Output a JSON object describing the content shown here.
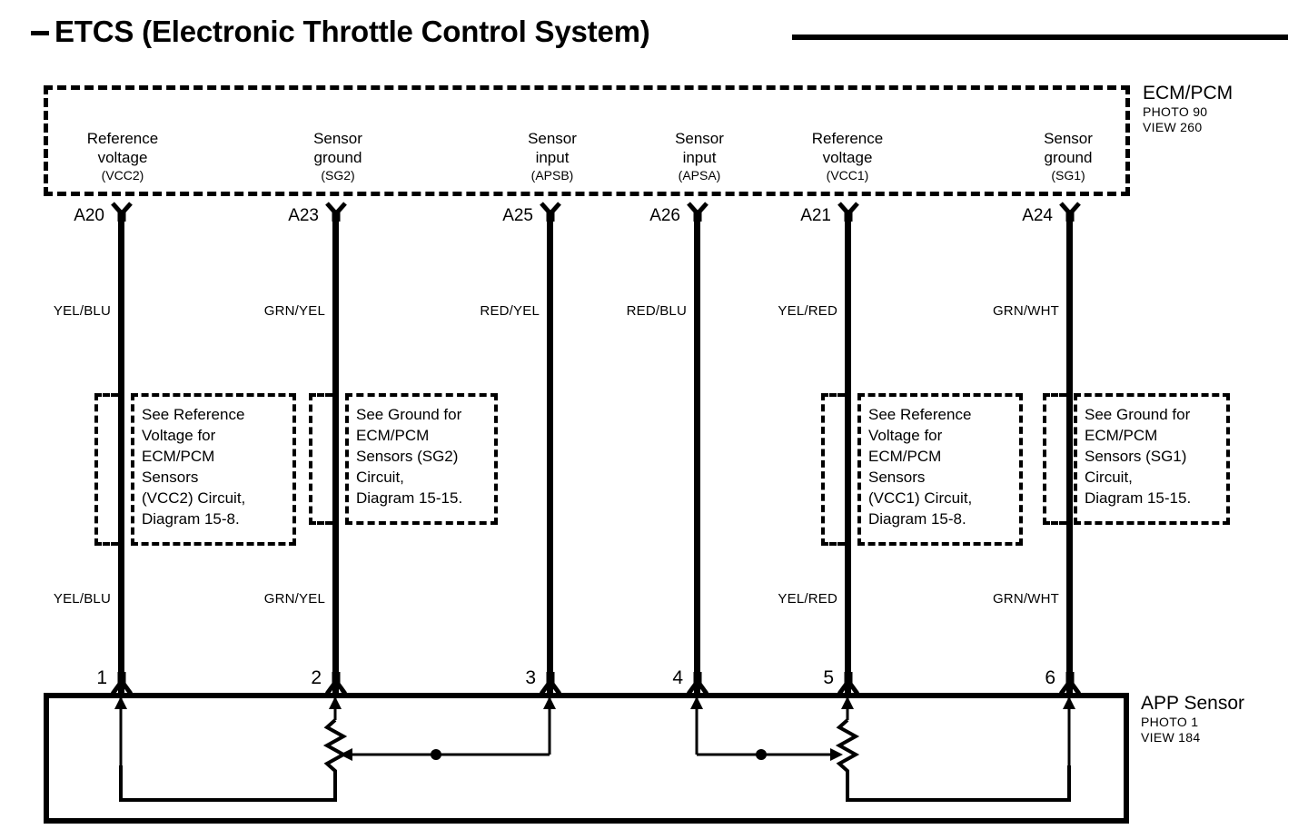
{
  "title": {
    "lead_dash": "–",
    "text": "ETCS (Electronic Throttle Control System)"
  },
  "ecm": {
    "caption": "ECM/PCM",
    "photo": "PHOTO 90",
    "view": "VIEW 260",
    "pins": [
      {
        "name": "Reference",
        "name2": "voltage",
        "code": "(VCC2)",
        "pin": "A20"
      },
      {
        "name": "Sensor",
        "name2": "ground",
        "code": "(SG2)",
        "pin": "A23"
      },
      {
        "name": "Sensor",
        "name2": "input",
        "code": "(APSB)",
        "pin": "A25"
      },
      {
        "name": "Sensor",
        "name2": "input",
        "code": "(APSA)",
        "pin": "A26"
      },
      {
        "name": "Reference",
        "name2": "voltage",
        "code": "(VCC1)",
        "pin": "A21"
      },
      {
        "name": "Sensor",
        "name2": "ground",
        "code": "(SG1)",
        "pin": "A24"
      }
    ]
  },
  "wires": [
    {
      "color_top": "YEL/BLU",
      "color_bottom": "YEL/BLU",
      "connector_pin": "1"
    },
    {
      "color_top": "GRN/YEL",
      "color_bottom": "GRN/YEL",
      "connector_pin": "2"
    },
    {
      "color_top": "RED/YEL",
      "color_bottom": "",
      "connector_pin": "3"
    },
    {
      "color_top": "RED/BLU",
      "color_bottom": "",
      "connector_pin": "4"
    },
    {
      "color_top": "YEL/RED",
      "color_bottom": "YEL/RED",
      "connector_pin": "5"
    },
    {
      "color_top": "GRN/WHT",
      "color_bottom": "GRN/WHT",
      "connector_pin": "6"
    }
  ],
  "notes": [
    {
      "id": "vcc2-note",
      "lines": [
        "See Reference",
        "Voltage for",
        "ECM/PCM",
        "Sensors",
        "(VCC2) Circuit,",
        "Diagram 15-8."
      ]
    },
    {
      "id": "sg2-note",
      "lines": [
        "See Ground for",
        "ECM/PCM",
        "Sensors (SG2)",
        "Circuit,",
        "Diagram 15-15."
      ]
    },
    {
      "id": "vcc1-note",
      "lines": [
        "See Reference",
        "Voltage for",
        "ECM/PCM",
        "Sensors",
        "(VCC1) Circuit,",
        "Diagram 15-8."
      ]
    },
    {
      "id": "sg1-note",
      "lines": [
        "See Ground for",
        "ECM/PCM",
        "Sensors (SG1)",
        "Circuit,",
        "Diagram 15-15."
      ]
    }
  ],
  "app_sensor": {
    "caption": "APP Sensor",
    "photo": "PHOTO 1",
    "view": "VIEW 184"
  },
  "colors": {
    "ink": "#000000",
    "paper": "#ffffff"
  }
}
